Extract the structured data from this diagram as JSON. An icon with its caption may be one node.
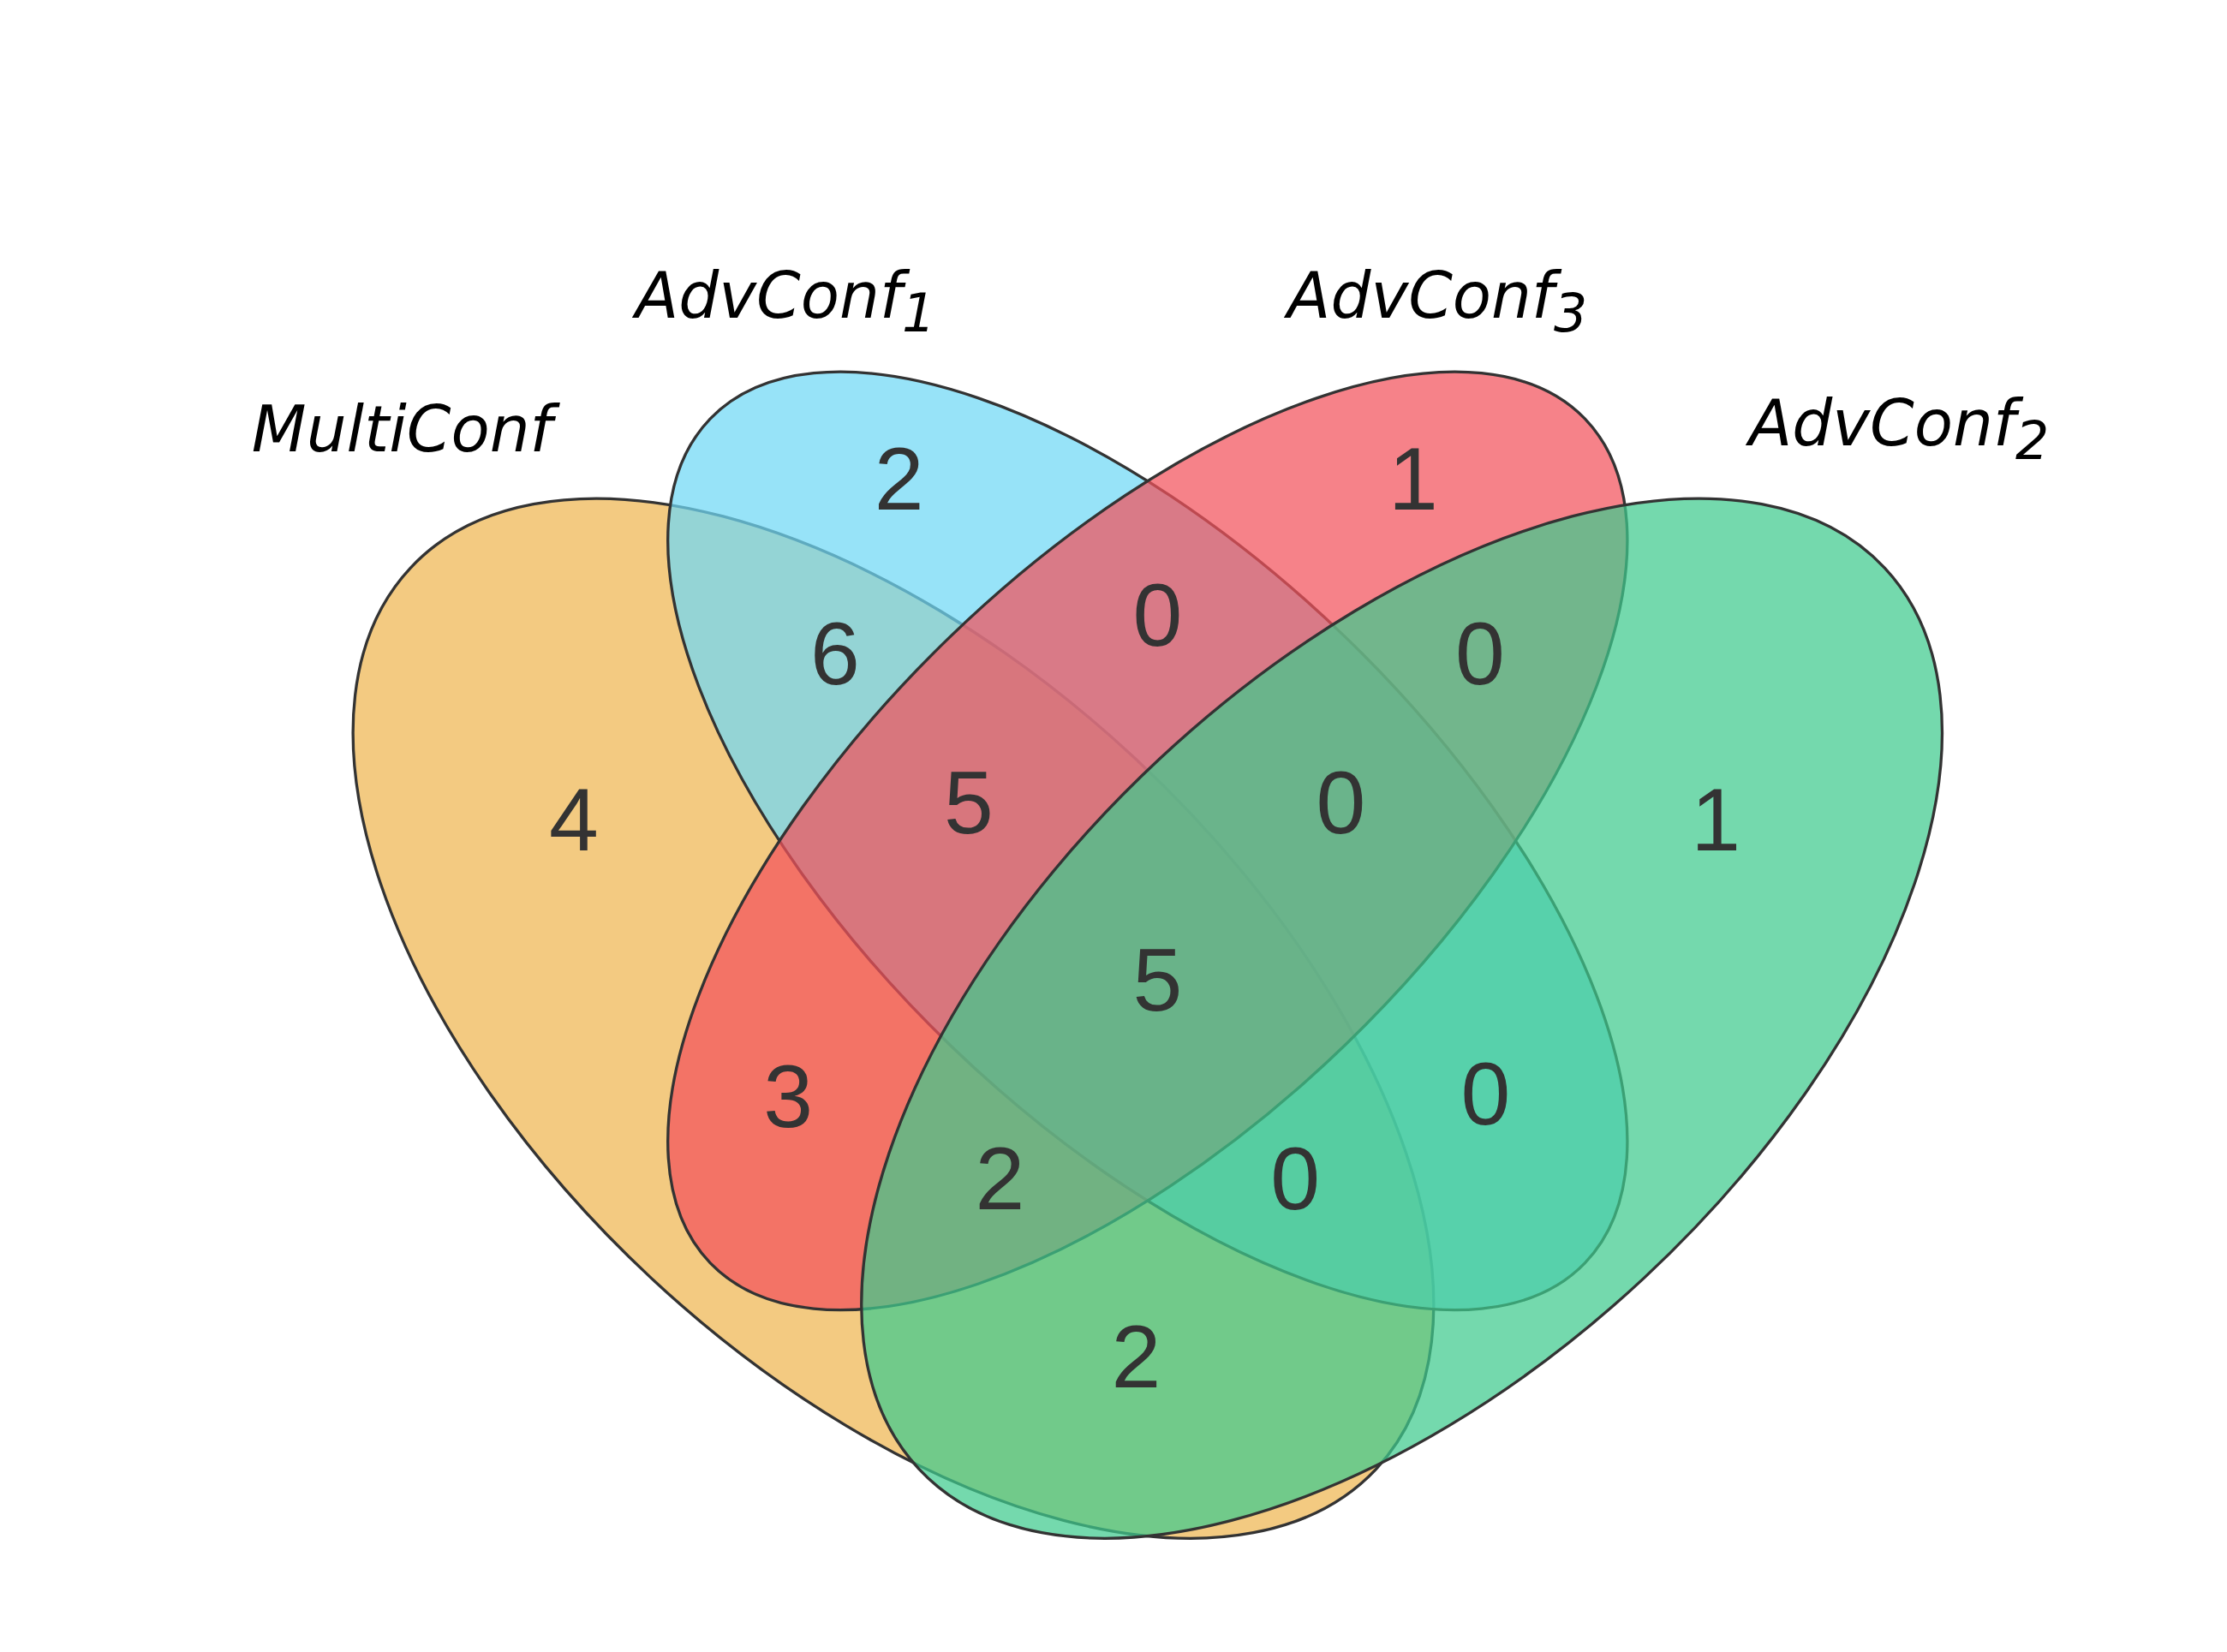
{
  "diagram": {
    "nodes": [
      {
        "text": [
          "AdvConf$_{1}$"
        ]
      },
      {
        "text": [
          "AdvConf$_{3}$"
        ]
      },
      {
        "text": [
          "MultiConf"
        ]
      },
      {
        "text": [
          "AdvConf$_{2}$"
        ]
      }
    ],
    "labels": [
      "2",
      "1",
      "0",
      "6",
      "0",
      "4",
      "5",
      "0",
      "1",
      "5",
      "3",
      "0",
      "2",
      "0",
      "2"
    ]
  }
}
